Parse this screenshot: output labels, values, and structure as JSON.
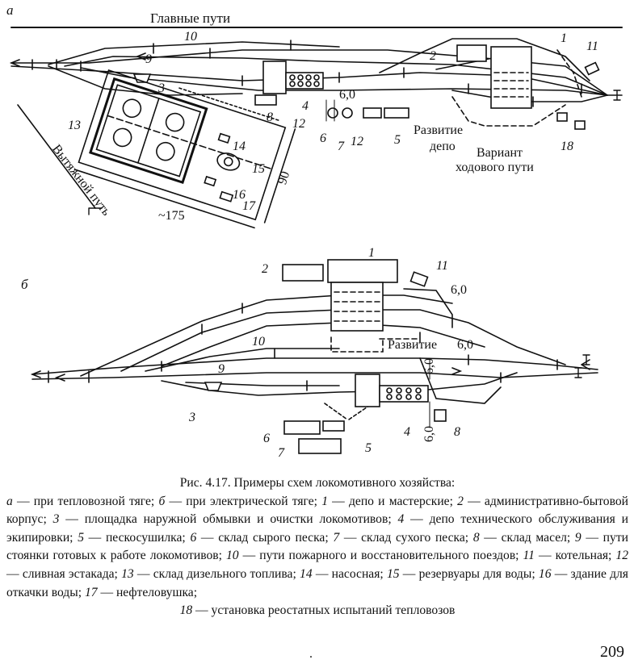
{
  "diagram": {
    "a": {
      "panel_letter": "а",
      "header": "Главные пути",
      "side_track": "Вытяжной путь",
      "dim_length": "~175",
      "dim_width": "90",
      "dim_offset": "6,0",
      "note_depot_line1": "Развитие",
      "note_depot_line2": "депо",
      "note_variant_line1": "Вариант",
      "note_variant_line2": "ходового пути",
      "labels": [
        "1",
        "2",
        "3",
        "4",
        "5",
        "6",
        "7",
        "8",
        "9",
        "10",
        "11",
        "12",
        "13",
        "14",
        "15",
        "16",
        "17",
        "18"
      ],
      "twelve_second": "12"
    },
    "b": {
      "panel_letter": "б",
      "note_development": "Развитие",
      "dim_60": "6,0",
      "labels": [
        "1",
        "2",
        "3",
        "4",
        "5",
        "6",
        "7",
        "8",
        "9",
        "10",
        "11"
      ]
    }
  },
  "caption": {
    "title": "Рис. 4.17. Примеры схем локомотивного хозяйства:",
    "items": [
      {
        "key": "а",
        "text": " — при тепловозной тяге; "
      },
      {
        "key": "б",
        "text": " — при электрической тяге; "
      },
      {
        "key": "1",
        "text": " — депо и мастерские; "
      },
      {
        "key": "2",
        "text": " — административно-бытовой корпус; "
      },
      {
        "key": "3",
        "text": " — площадка наружной обмывки и очистки локомотивов; "
      },
      {
        "key": "4",
        "text": " — депо технического обслуживания и экипировки; "
      },
      {
        "key": "5",
        "text": " — пескосушилка; "
      },
      {
        "key": "6",
        "text": " — склад сырого песка; "
      },
      {
        "key": "7",
        "text": " — склад сухого песка; "
      },
      {
        "key": "8",
        "text": " — склад масел; "
      },
      {
        "key": "9",
        "text": " — пути стоянки готовых к работе локомотивов; "
      },
      {
        "key": "10",
        "text": " — пути пожарного и восстановительного поездов; "
      },
      {
        "key": "11",
        "text": " — котельная; "
      },
      {
        "key": "12",
        "text": " — сливная эстакада; "
      },
      {
        "key": "13",
        "text": " — склад дизельного топлива; "
      },
      {
        "key": "14",
        "text": " — насосная; "
      },
      {
        "key": "15",
        "text": " — резервуары для воды; "
      },
      {
        "key": "16",
        "text": " — здание для откачки воды; "
      },
      {
        "key": "17",
        "text": " — нефтеловушка;"
      },
      {
        "key": "18",
        "text": " — установка реостатных испытаний тепловозов"
      }
    ]
  },
  "page_number": "209",
  "footer_mark": "."
}
